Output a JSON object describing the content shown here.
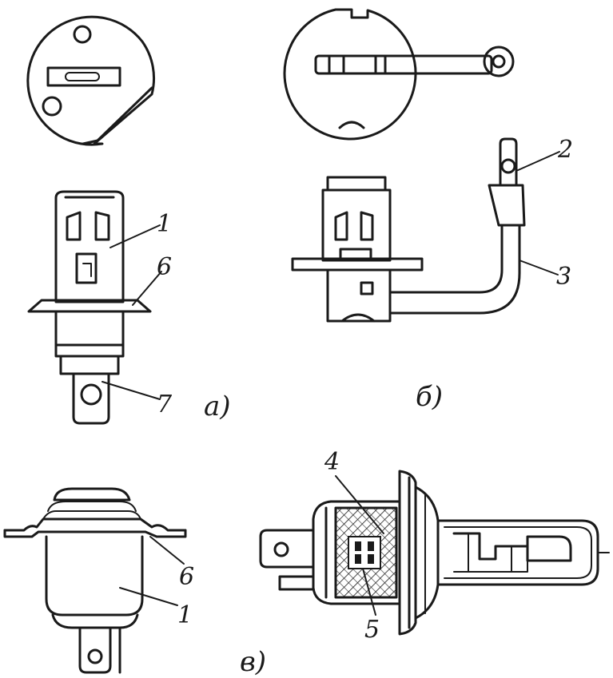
{
  "figure": {
    "panels": [
      {
        "id": "a",
        "caption": "а)"
      },
      {
        "id": "b",
        "caption": "б)"
      },
      {
        "id": "c",
        "caption": "в)"
      }
    ],
    "callouts": {
      "a_1": "1",
      "a_6": "6",
      "a_7": "7",
      "b_2": "2",
      "b_3": "3",
      "c_4": "4",
      "c_5": "5",
      "c_6": "6",
      "c_1": "1"
    }
  }
}
